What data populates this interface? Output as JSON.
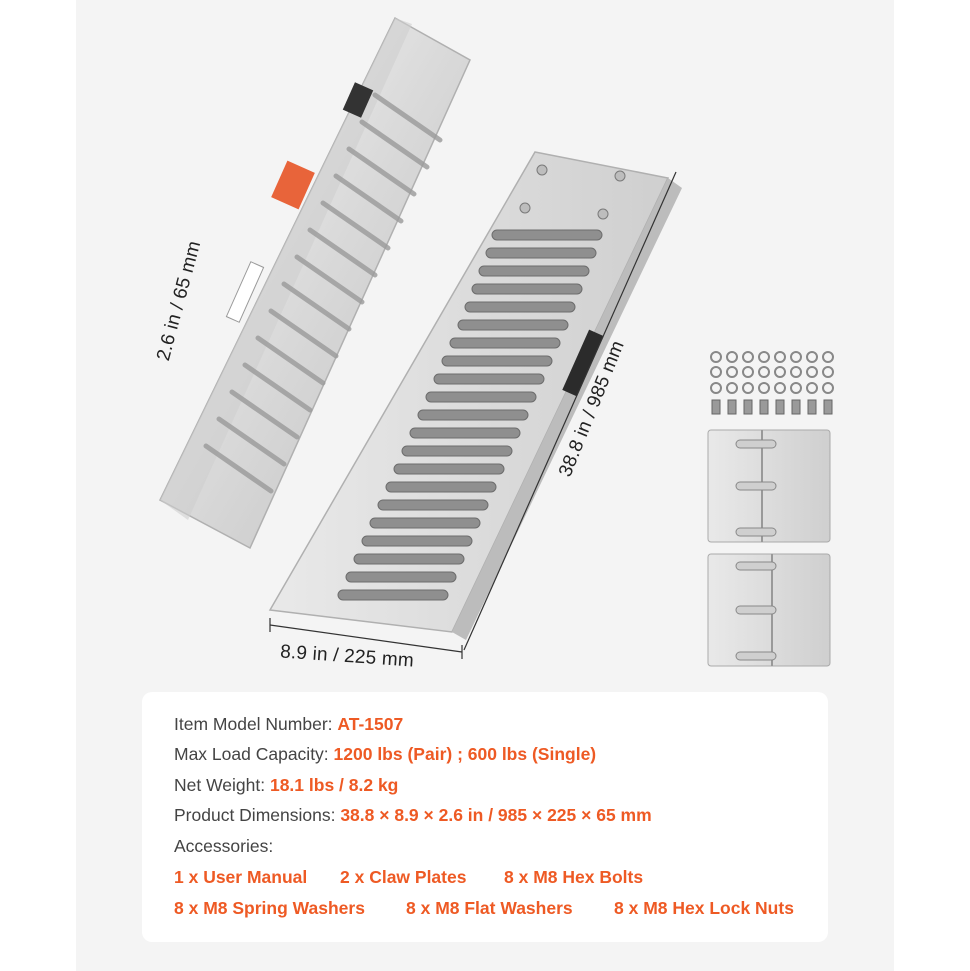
{
  "dimensions": {
    "height_label": "2.6 in / 65 mm",
    "length_label": "38.8 in / 985 mm",
    "width_label": "8.9 in / 225 mm"
  },
  "specs": {
    "model": {
      "label": "Item Model Number: ",
      "value": "AT-1507"
    },
    "capacity": {
      "label": "Max Load Capacity: ",
      "value": "1200 lbs (Pair) ; 600 lbs (Single)"
    },
    "weight": {
      "label": "Net Weight: ",
      "value": "18.1 lbs / 8.2 kg"
    },
    "dims": {
      "label": "Product Dimensions: ",
      "value": "38.8 × 8.9 × 2.6 in / 985 × 225 × 65 mm"
    },
    "accessories_label": "Accessories:"
  },
  "accessories": [
    "1 x User Manual",
    "2 x Claw Plates",
    "8 x M8 Hex Bolts",
    "8 x M8 Spring Washers",
    "8 x M8 Flat Washers",
    "8 x M8 Hex Lock Nuts"
  ],
  "colors": {
    "accent": "#ee5a24",
    "text": "#444444",
    "background": "#f4f4f4"
  }
}
